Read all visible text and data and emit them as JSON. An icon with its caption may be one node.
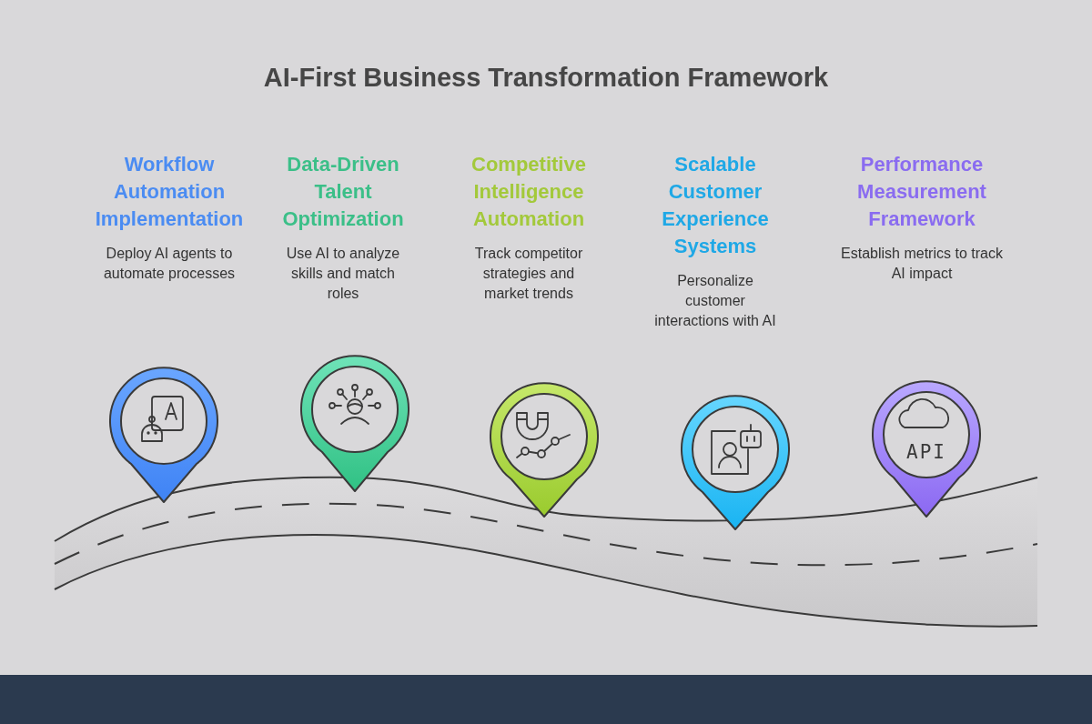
{
  "diagram": {
    "title": "AI-First Business Transformation Framework",
    "nodes": [
      {
        "text": [
          "Workflow Automation Implementation",
          "Deploy AI agents to automate processes"
        ]
      },
      {
        "text": [
          "Data-Driven Talent Optimization",
          "Use AI to analyze skills and match roles"
        ]
      },
      {
        "text": [
          "Competitive Intelligence Automation",
          "Track competitor strategies and market trends"
        ]
      },
      {
        "text": [
          "Scalable Customer Experience Systems",
          "Personalize customer interactions with AI"
        ]
      },
      {
        "text": [
          "Performance Measurement Framework",
          "Establish metrics to track AI impact"
        ]
      }
    ],
    "labels": [
      "API"
    ]
  }
}
